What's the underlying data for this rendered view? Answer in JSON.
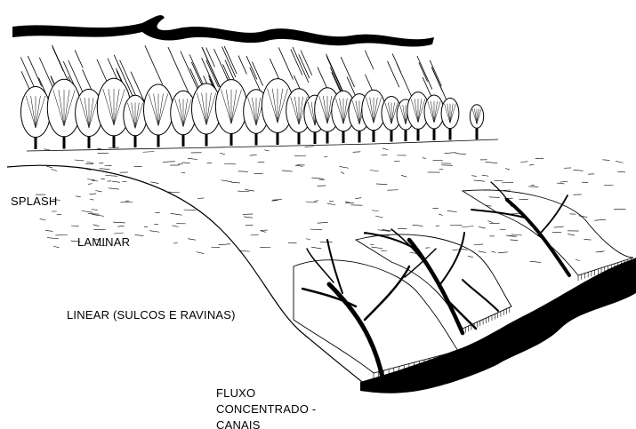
{
  "labels": {
    "splash": "SPLASH",
    "laminar": "LAMINAR",
    "linear": "LINEAR (SULCOS E RAVINAS)",
    "fluxo_line1": "FLUXO",
    "fluxo_line2": "CONCENTRADO -",
    "fluxo_line3": "CANAIS"
  },
  "colors": {
    "ink": "#000000",
    "paper": "#ffffff"
  }
}
